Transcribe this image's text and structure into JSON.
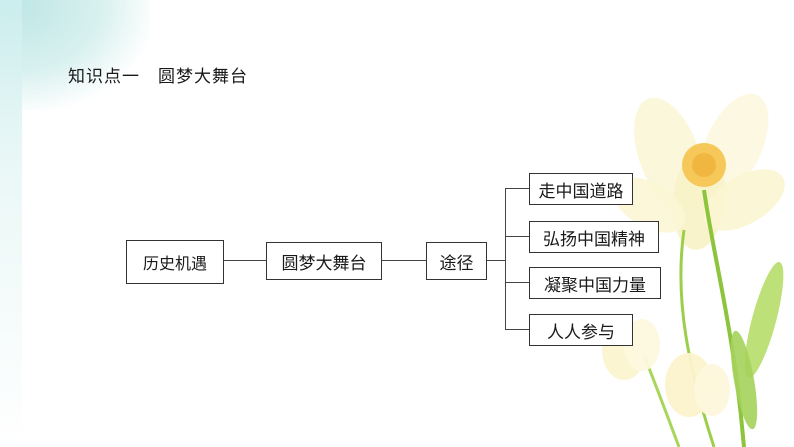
{
  "header": {
    "title": "知识点一　圆梦大舞台"
  },
  "diagram": {
    "root": "历史机遇",
    "center": "圆梦大舞台",
    "hub": "途径",
    "branches": [
      "走中国道路",
      "弘扬中国精神",
      "凝聚中国力量",
      "人人参与"
    ]
  },
  "colors": {
    "line": "#444444",
    "flower_petal": "#fbf7d8",
    "flower_center": "#f6c85a",
    "stem": "#8cc43c",
    "bg_tint": "#cdeeee"
  },
  "icons": [
    "flower-decoration-icon"
  ]
}
